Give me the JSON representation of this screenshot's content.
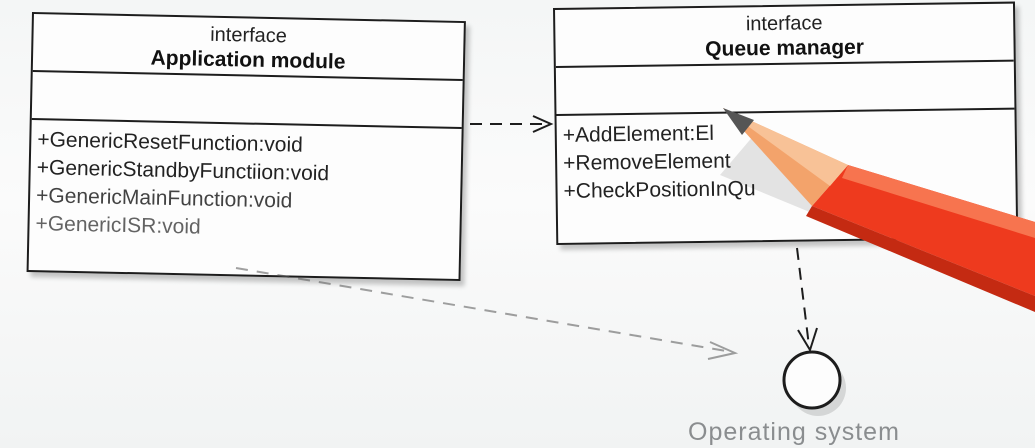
{
  "boxes": {
    "application_module": {
      "stereotype": "interface",
      "name": "Application module",
      "operations": [
        "+GenericResetFunction:void",
        "+GenericStandbyFunctiion:void",
        "+GenericMainFunction:void",
        "+GenericISR:void"
      ]
    },
    "queue_manager": {
      "stereotype": "interface",
      "name": "Queue manager",
      "operations": [
        "+AddElement:El",
        "+RemoveElement",
        "+CheckPositionInQu"
      ]
    }
  },
  "operating_system": {
    "label": "Operating system"
  },
  "colors": {
    "line": "#1d1d1d",
    "pencil_body": "#ee3a1e",
    "pencil_wood": "#f3a36b",
    "lead": "#555555"
  }
}
